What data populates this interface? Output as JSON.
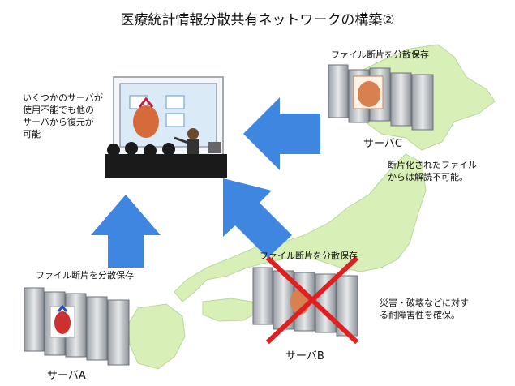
{
  "title": "医療統計情報分散共有ネットワークの構築②",
  "labels": {
    "presentation_caption": "いくつかのサーバが\n使用不能でも他の\nサーバから復元が\n可能",
    "server_c_caption": "ファイル断片を分散保存",
    "server_c_name": "サーバC",
    "fragment_caption": "断片化されたファイル\nからは解読不可能。",
    "server_b_caption": "ファイル断片を分散保存",
    "server_b_name": "サーバB",
    "disaster_caption": "災害・破壊などに対す\nる耐障害性を確保。",
    "server_a_caption": "ファイル断片を分散保存",
    "server_a_name": "サーバA"
  },
  "colors": {
    "map_fill": "#d8efb8",
    "arrow_fill": "#3f86e0",
    "cross": "#e02020",
    "server_body": "#c9ccd0"
  },
  "server_b_status": "destroyed"
}
